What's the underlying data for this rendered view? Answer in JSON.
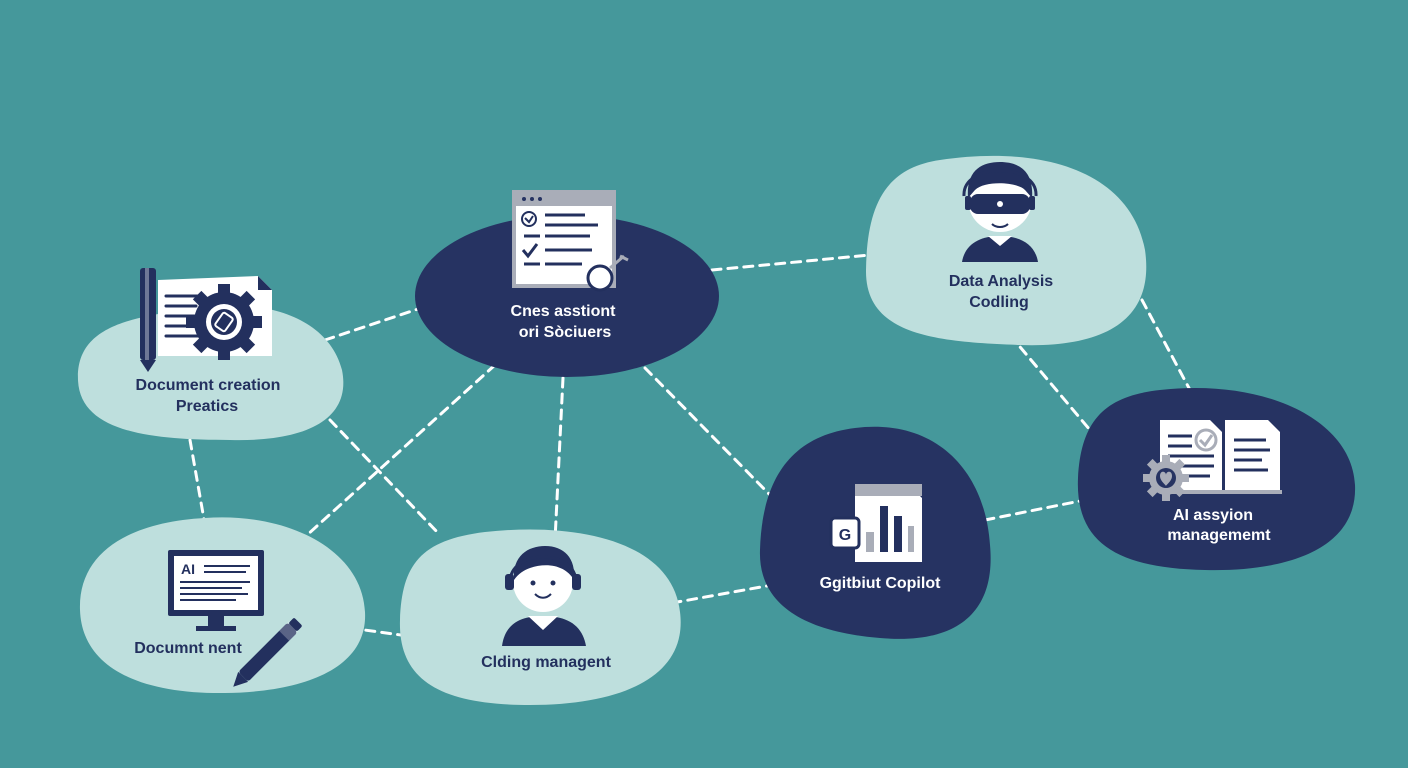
{
  "colors": {
    "background": "#45989b",
    "node_light": "#bedfdd",
    "node_dark": "#263362",
    "connector": "#ffffff",
    "icon_navy": "#23305e",
    "icon_paper": "#ffffff",
    "icon_gray": "#a9adb8"
  },
  "nodes": [
    {
      "id": "document-creation",
      "line1": "Document creation",
      "line2": "Preatics",
      "style": "light",
      "icon": "document-gear-icon"
    },
    {
      "id": "center-hub",
      "line1": "Cnes asstiont",
      "line2": "ori Sòciuers",
      "style": "dark",
      "icon": "checklist-window-icon"
    },
    {
      "id": "data-analysis",
      "line1": "Data Analysis",
      "line2": "Codling",
      "style": "light",
      "icon": "person-vr-headset-icon"
    },
    {
      "id": "document-nent",
      "line1": "Documnt nent",
      "line2": "",
      "style": "light",
      "icon": "ai-monitor-pen-icon"
    },
    {
      "id": "cloding-management",
      "line1": "Clding managent",
      "line2": "",
      "style": "light",
      "icon": "person-headset-icon"
    },
    {
      "id": "github-copilot",
      "line1": "Ggitbiut Copilot",
      "line2": "",
      "style": "dark",
      "icon": "bar-chart-document-icon"
    },
    {
      "id": "ai-assyion",
      "line1": "AI assyion",
      "line2": "managememt",
      "style": "dark",
      "icon": "documents-gear-icon"
    }
  ],
  "icon_text": {
    "monitor_label": "AI",
    "chart_badge": "G"
  }
}
